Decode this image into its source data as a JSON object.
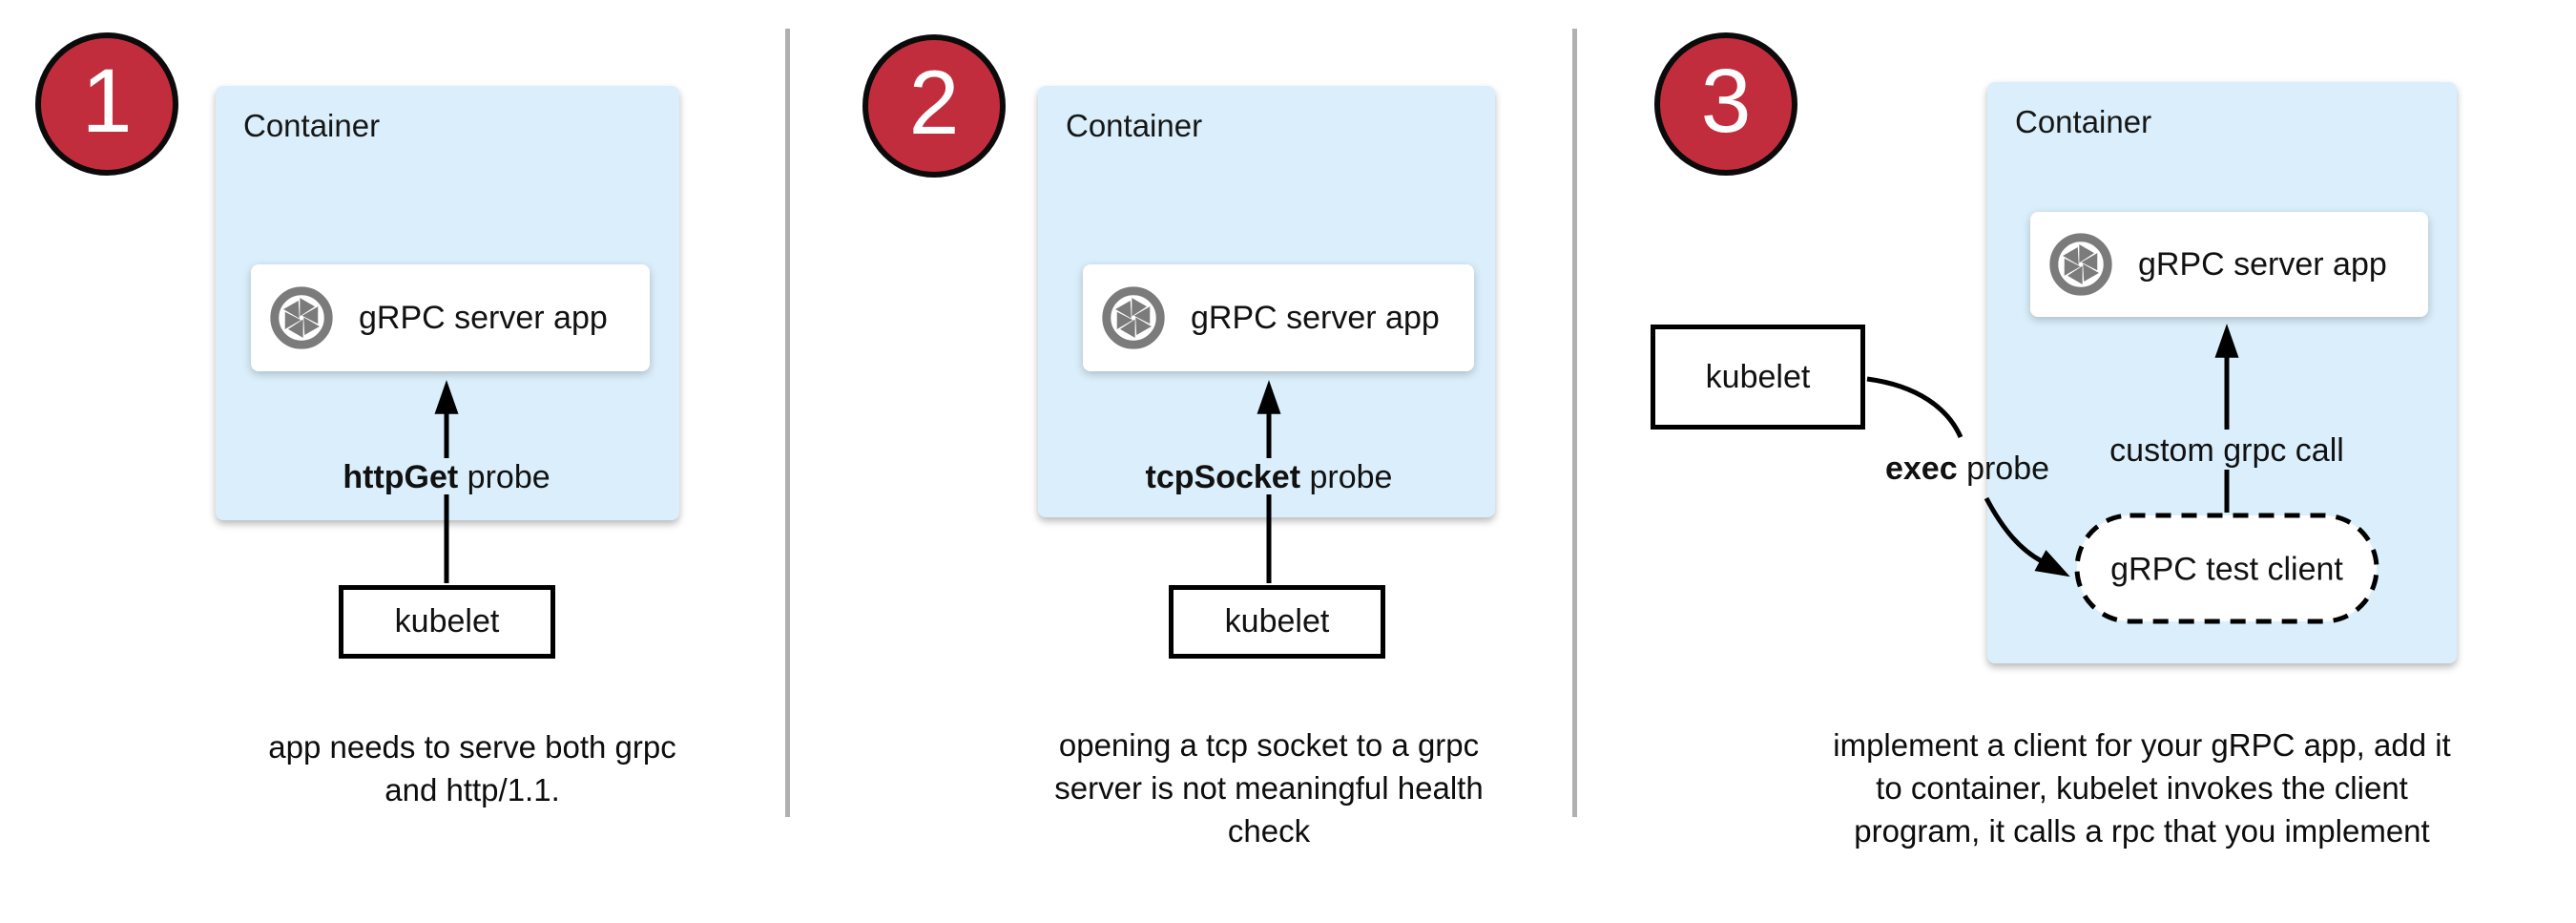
{
  "colors": {
    "accent_red": "#c22d3e",
    "panel_blue": "#daeffb",
    "icon_gray": "#7b7b7b",
    "divider_gray": "#b0b0b0"
  },
  "panels": [
    {
      "badge": "1",
      "container_label": "Container",
      "app_icon": "aperture-icon",
      "app_label": "gRPC server app",
      "probe_bold": "httpGet",
      "probe_rest": " probe",
      "kubelet_label": "kubelet",
      "caption_lines": [
        "app needs to serve both grpc",
        "and http/1.1."
      ]
    },
    {
      "badge": "2",
      "container_label": "Container",
      "app_icon": "aperture-icon",
      "app_label": "gRPC server app",
      "probe_bold": "tcpSocket",
      "probe_rest": " probe",
      "kubelet_label": "kubelet",
      "caption_lines": [
        "opening a tcp socket to a grpc",
        "server is not meaningful health",
        "check"
      ]
    },
    {
      "badge": "3",
      "container_label": "Container",
      "app_icon": "aperture-icon",
      "app_label": "gRPC server app",
      "probe_bold": "exec",
      "probe_rest": " probe",
      "kubelet_label": "kubelet",
      "grpc_call_label": "custom grpc call",
      "test_client_label": "gRPC test client",
      "caption_lines": [
        "implement a client for your gRPC app, add it",
        "to container, kubelet invokes the client",
        "program, it calls a rpc that you implement"
      ]
    }
  ]
}
